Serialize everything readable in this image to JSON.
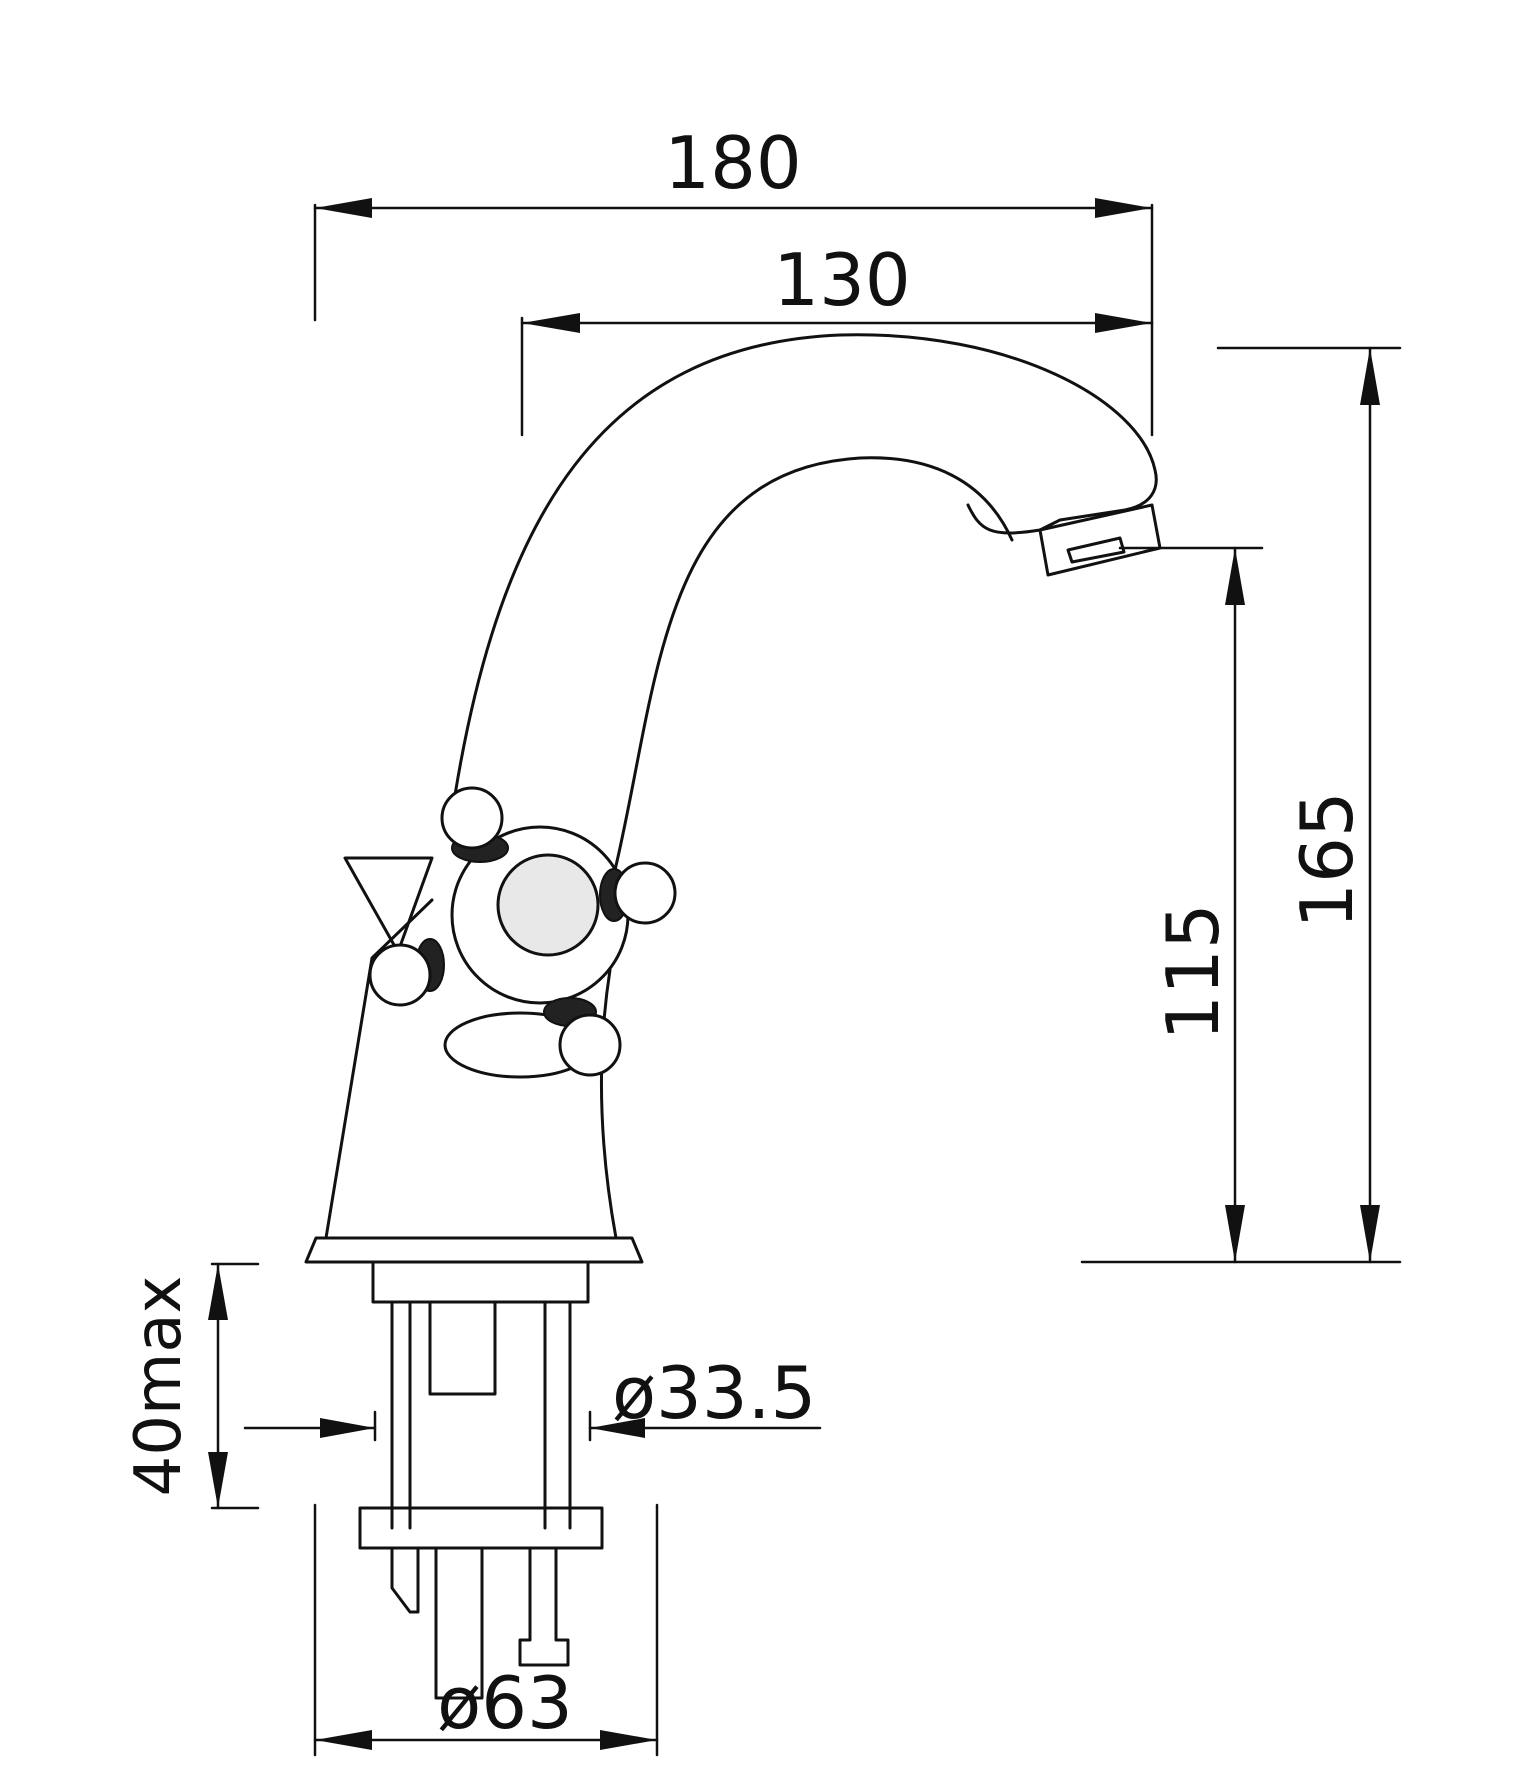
{
  "drawing": {
    "dimensions": {
      "overall_length": "180",
      "spout_reach": "130",
      "overall_height": "165",
      "spout_height": "115",
      "max_deck_thickness": "40max",
      "shank_diameter": "ø33.5",
      "base_diameter": "ø63"
    }
  }
}
